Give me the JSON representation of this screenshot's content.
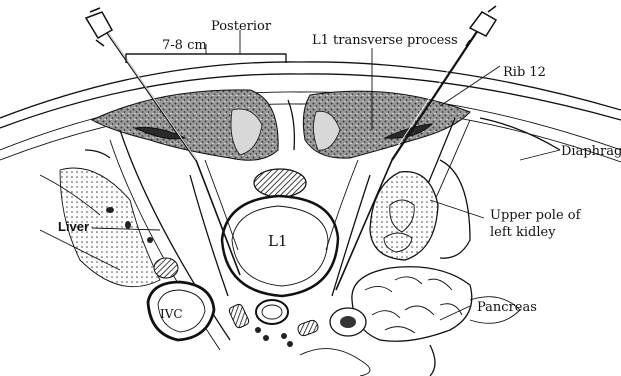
{
  "figure": {
    "labels": {
      "posterior": "Posterior",
      "distance": "7-8 cm",
      "transverse_process": "L1 transverse process",
      "rib": "Rib 12",
      "diaphragm": "Diaphrag",
      "upper_pole_line1": "Upper pole of",
      "upper_pole_line2": "left kidley",
      "liver": "Liver",
      "vertebra": "L1",
      "pancreas": "Pancreas",
      "ivc": "IVC"
    },
    "colors": {
      "ink": "#111111",
      "paper": "#ffffff",
      "muscle_fill": "#7a7a7a",
      "dark_fill": "#2a2a2a"
    }
  }
}
